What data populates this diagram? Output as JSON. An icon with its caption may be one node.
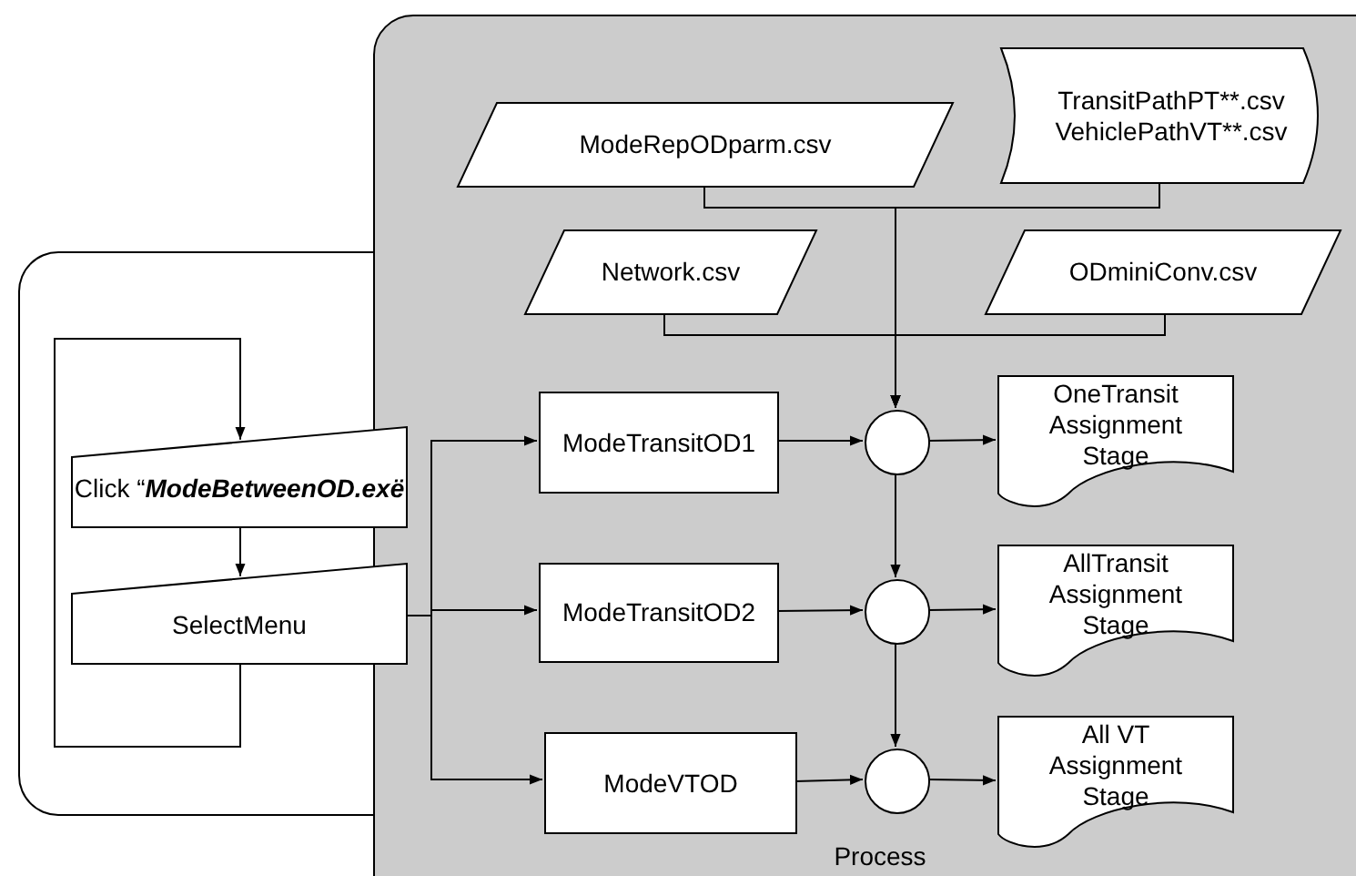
{
  "diagram": {
    "nodes": [
      {
        "text": [],
        "shape": "box"
      },
      {
        "text": [
          "Process"
        ]
      },
      {
        "text": [
          "ModeRepODparm.csv"
        ],
        "in": 1
      },
      {
        "text": [
          "TransitPathPT**.csv",
          "VehiclePathVT**.csv"
        ],
        "in": 1
      },
      {
        "text": [
          "Network.csv"
        ],
        "in": 1
      },
      {
        "text": [
          "ODminiConv.csv"
        ],
        "in": 1
      },
      {
        "text": [
          "Click “**ModeBetweenOD.exë**"
        ],
        "in": 0
      },
      {
        "text": [
          "SelectMenu"
        ],
        "in": 0
      },
      {
        "text": [
          "ModeTransitOD1"
        ],
        "in": 1
      },
      {
        "text": [
          "ModeTransitOD2"
        ],
        "in": 1
      },
      {
        "text": [
          "ModeVTOD"
        ],
        "in": 1
      },
      {
        "text": [],
        "shape": "circle",
        "in": 1
      },
      {
        "text": [],
        "shape": "circle",
        "in": 1
      },
      {
        "text": [],
        "shape": "circle",
        "in": 1
      },
      {
        "text": [
          "OneTransit Assignment Stage"
        ],
        "in": 1
      },
      {
        "text": [
          "AllTransit Assignment Stage"
        ],
        "in": 1
      },
      {
        "text": [
          "All VT Assignment Stage"
        ],
        "in": 1
      }
    ],
    "edges": [
      {
        "from": 2,
        "to": 11,
        "arrow": "to"
      },
      {
        "from": 3,
        "to": 11,
        "arrow": "to"
      },
      {
        "from": 4,
        "to": 11,
        "arrow": "to"
      },
      {
        "from": 5,
        "to": 11,
        "arrow": "to"
      },
      {
        "from": 6,
        "to": 7,
        "arrow": "to"
      },
      {
        "from": 7,
        "to": 6,
        "arrow": "to"
      },
      {
        "from": 7,
        "to": 8,
        "arrow": "to"
      },
      {
        "from": 7,
        "to": 9,
        "arrow": "to"
      },
      {
        "from": 7,
        "to": 10,
        "arrow": "to"
      },
      {
        "from": 8,
        "to": 11,
        "arrow": "to"
      },
      {
        "from": 9,
        "to": 12,
        "arrow": "to"
      },
      {
        "from": 10,
        "to": 13,
        "arrow": "to"
      },
      {
        "from": 11,
        "to": 14,
        "arrow": "to"
      },
      {
        "from": 12,
        "to": 15,
        "arrow": "to"
      },
      {
        "from": 13,
        "to": 16,
        "arrow": "to"
      },
      {
        "from": 11,
        "to": 12,
        "arrow": "to"
      },
      {
        "from": 12,
        "to": 13,
        "arrow": "to"
      }
    ]
  }
}
